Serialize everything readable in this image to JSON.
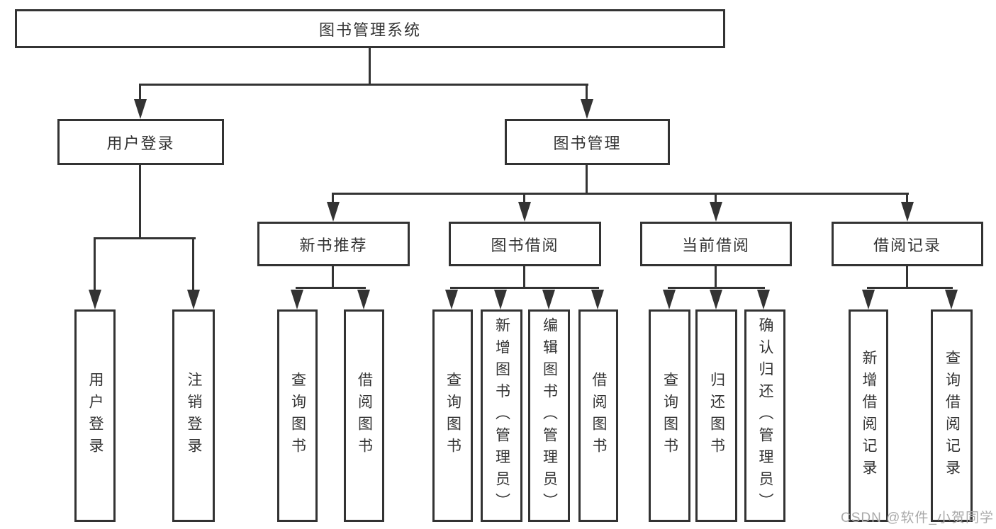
{
  "root": {
    "label": "图书管理系统"
  },
  "level2": [
    {
      "label": "用户登录"
    },
    {
      "label": "图书管理"
    }
  ],
  "level3": [
    {
      "label": "新书推荐",
      "parent": "图书管理"
    },
    {
      "label": "图书借阅",
      "parent": "图书管理"
    },
    {
      "label": "当前借阅",
      "parent": "图书管理"
    },
    {
      "label": "借阅记录",
      "parent": "图书管理"
    }
  ],
  "leaves": [
    {
      "label": "用户登录",
      "parent": "用户登录"
    },
    {
      "label": "注销登录",
      "parent": "用户登录"
    },
    {
      "label": "查询图书",
      "parent": "新书推荐"
    },
    {
      "label": "借阅图书",
      "parent": "新书推荐"
    },
    {
      "label": "查询图书",
      "parent": "图书借阅"
    },
    {
      "label": "新增图书（管理员）",
      "parent": "图书借阅"
    },
    {
      "label": "编辑图书（管理员）",
      "parent": "图书借阅"
    },
    {
      "label": "借阅图书",
      "parent": "图书借阅"
    },
    {
      "label": "查询图书",
      "parent": "当前借阅"
    },
    {
      "label": "归还图书",
      "parent": "当前借阅"
    },
    {
      "label": "确认归还（管理员）",
      "parent": "当前借阅"
    },
    {
      "label": "新增借阅记录",
      "parent": "借阅记录"
    },
    {
      "label": "查询借阅记录",
      "parent": "借阅记录"
    }
  ],
  "watermark": {
    "label": "CSDN @软件_小贺同学"
  },
  "colors": {
    "line": "#333333",
    "text": "#333333",
    "box_bg": "#ffffff",
    "watermark": "#aaaaaa"
  }
}
